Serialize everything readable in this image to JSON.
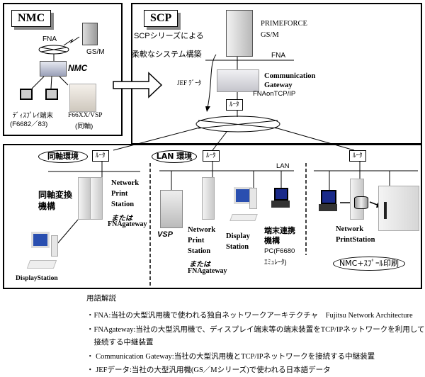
{
  "nmc_panel": {
    "title": "NMC",
    "fna_label": "FNA",
    "host_label": "GS/M",
    "nmc_device_label": "NMC",
    "terminal_label": "ﾃﾞｨｽﾌﾟﾚｲ端末",
    "terminal_model": "(F6682／83)",
    "printer_label": "F66XX/VSP",
    "printer_note": "(同軸)"
  },
  "scp_panel": {
    "title": "SCP",
    "subtitle_line1": "SCPシリーズによる",
    "subtitle_line2": "柔軟なシステム構築",
    "host_label_line1": "PRIMEFORCE",
    "host_label_line2": "GS/M",
    "fna_label": "FNA",
    "jef_label": "JEF ﾃﾞｰﾀ",
    "gateway_line1": "Communication",
    "gateway_line2": "Gateway",
    "gateway_line3": "FNAonTCP/IP",
    "router_label": "ﾙｰﾀ"
  },
  "bottom_panel": {
    "coax": {
      "env_label": "同軸環境",
      "router_label": "ﾙｰﾀ",
      "converter_line1": "同軸変換",
      "converter_line2": "機構",
      "nps_line1": "Network",
      "nps_line2": "Print",
      "nps_line3": "Station",
      "or_label": "または",
      "fnagw_label": "FNAgateway",
      "display_label": "DisplayStation"
    },
    "lan": {
      "env_label": "LAN 環境",
      "router_label": "ﾙｰﾀ",
      "lan_label": "LAN",
      "vsp_label": "VSP",
      "nps_line1": "Network",
      "nps_line2": "Print",
      "nps_line3": "Station",
      "or_label": "または",
      "fnagw_label": "FNAgateway",
      "display_line1": "Display",
      "display_line2": "Station",
      "terminal_line1": "端末連携",
      "terminal_line2": "機構",
      "pc_line1": "PC(F6680",
      "pc_line2": "ｴﾐｭﾚｰﾀ)"
    },
    "spool": {
      "router_label": "ﾙｰﾀ",
      "nps_line1": "Network",
      "nps_line2": "PrintStation",
      "env_label": "NMC+ｽﾌﾟｰﾙ印刷"
    }
  },
  "glossary": {
    "title": "用語解説",
    "items": [
      "・FNA:当社の大型汎用機で使われる独自ネットワークアーキテクチャ　Fujitsu Network Architecture",
      "・FNAgateway:当社の大型汎用機で、ディスプレイ端末等の端末装置をTCP/IPネットワークを利用して",
      "　接続する中継装置",
      "・ Communication Gateway:当社の大型汎用機とTCP/IPネットワークを接続する中継装置",
      "・ JEFデータ:当社の大型汎用機(GS／Mシリーズ)で使われる日本語データ"
    ]
  }
}
